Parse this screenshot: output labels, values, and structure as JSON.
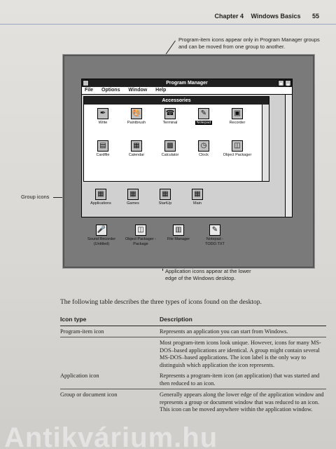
{
  "header": {
    "chapter": "Chapter 4",
    "title": "Windows Basics",
    "page": "55"
  },
  "annotations": {
    "top": "Program-item icons appear only in Program Manager groups and can be moved from one group to another.",
    "left": "Group icons",
    "bottom": "Application icons appear at the lower edge of the Windows desktop."
  },
  "program_manager": {
    "title": "Program Manager",
    "menu": [
      "File",
      "Options",
      "Window",
      "Help"
    ],
    "accessories": {
      "title": "Accessories",
      "icons": [
        {
          "label": "Write",
          "icon": "write-icon"
        },
        {
          "label": "Paintbrush",
          "icon": "paintbrush-icon"
        },
        {
          "label": "Terminal",
          "icon": "terminal-icon"
        },
        {
          "label": "Notepad",
          "icon": "notepad-icon",
          "selected": true
        },
        {
          "label": "Recorder",
          "icon": "recorder-icon"
        },
        {
          "label": "Cardfile",
          "icon": "cardfile-icon"
        },
        {
          "label": "Calendar",
          "icon": "calendar-icon"
        },
        {
          "label": "Calculator",
          "icon": "calculator-icon"
        },
        {
          "label": "Clock",
          "icon": "clock-icon"
        },
        {
          "label": "Object Packager",
          "icon": "object-packager-icon"
        }
      ]
    },
    "group_icons": [
      "Applications",
      "Games",
      "StartUp",
      "Main"
    ]
  },
  "desktop_icons": [
    {
      "label": "Sound Recorder (Untitled)",
      "icon": "sound-recorder-icon"
    },
    {
      "label": "Object Packager - Package",
      "icon": "object-packager-icon"
    },
    {
      "label": "File Manager",
      "icon": "file-manager-icon"
    },
    {
      "label": "Notepad - TODO.TXT",
      "icon": "notepad-icon"
    }
  ],
  "intro": "The following table describes the three types of icons found on the desktop.",
  "table": {
    "headers": [
      "Icon type",
      "Description"
    ],
    "rows": [
      {
        "type": "Program-item icon",
        "desc": "Represents an application you can start from Windows."
      },
      {
        "type": "",
        "desc": "Most program-item icons look unique. However, icons for many MS-DOS–based applications are identical. A group might contain several MS-DOS–based applications. The icon label is the only way to distinguish which application the icon represents."
      },
      {
        "type": "Application icon",
        "desc": "Represents a program-item icon (an application) that was started and then reduced to an icon."
      },
      {
        "type": "Group or document icon",
        "desc": "Generally appears along the lower edge of the application window and represents a group or document window that was reduced to an icon. This icon can be moved anywhere within the application window."
      }
    ]
  },
  "watermark": "Antikvárium.hu"
}
